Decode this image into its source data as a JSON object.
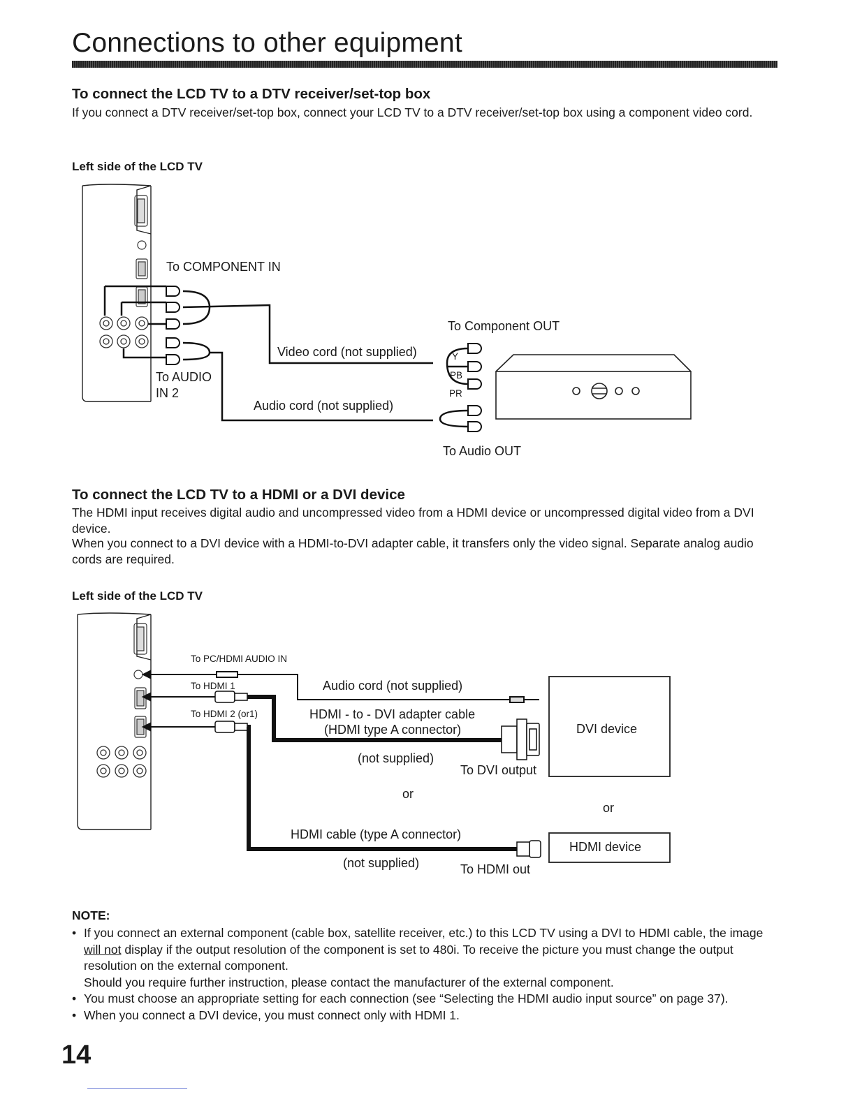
{
  "page": {
    "title": "Connections to other equipment",
    "number": "14"
  },
  "section1": {
    "heading": "To connect the LCD TV to a DTV receiver/set-top box",
    "body": "If you connect a DTV receiver/set-top box, connect your LCD TV to a DTV receiver/set-top box using a component video cord.",
    "diagram_caption": "Left side of the LCD TV",
    "labels": {
      "component_in": "To COMPONENT IN",
      "audio_in_line1": "To AUDIO",
      "audio_in_line2": "IN 2",
      "component_out": "To Component OUT",
      "video_cord": "Video cord (not supplied)",
      "audio_cord": "Audio cord (not supplied)",
      "audio_out": "To Audio OUT",
      "y": "Y",
      "pb": "PB",
      "pr": "PR"
    }
  },
  "section2": {
    "heading": "To connect the LCD TV to a HDMI or a DVI device",
    "body1": "The HDMI input receives digital audio and uncompressed video from a HDMI device or uncompressed digital video from a DVI device.",
    "body2": "When you connect to a DVI device with a HDMI-to-DVI adapter cable, it transfers only the video signal. Separate analog audio cords are required.",
    "diagram_caption": "Left side of the LCD TV",
    "labels": {
      "pc_hdmi_audio_in": "To PC/HDMI AUDIO IN",
      "hdmi1": "To HDMI 1",
      "hdmi2": "To HDMI 2 (or1)",
      "audio_cord": "Audio cord (not supplied)",
      "adapter_line1": "HDMI - to - DVI adapter cable",
      "adapter_line2": "(HDMI type A connector)",
      "adapter_not_supplied": "(not supplied)",
      "dvi_output": "To DVI output",
      "or_middle": "or",
      "or_right": "or",
      "dvi_device": "DVI device",
      "hdmi_cable": "HDMI cable (type A connector)",
      "hdmi_not_supplied": "(not supplied)",
      "hdmi_out": "To HDMI out",
      "hdmi_device": "HDMI device"
    }
  },
  "note": {
    "heading": "NOTE:",
    "items": [
      {
        "before": "If you connect an external component (cable box, satellite receiver, etc.) to this LCD TV using a DVI to HDMI cable, the image ",
        "underlined": "will not",
        "after": " display if the output resolution of the component is set to 480i. To receive the picture you must change the output resolution on the external component.",
        "continuation": "Should you require further instruction, please contact the manufacturer of the external component."
      },
      {
        "text": "You must choose an appropriate setting for each connection (see “Selecting the HDMI audio input source” on page 37)."
      },
      {
        "text": "When you connect a DVI device, you must connect only with HDMI 1."
      }
    ]
  }
}
